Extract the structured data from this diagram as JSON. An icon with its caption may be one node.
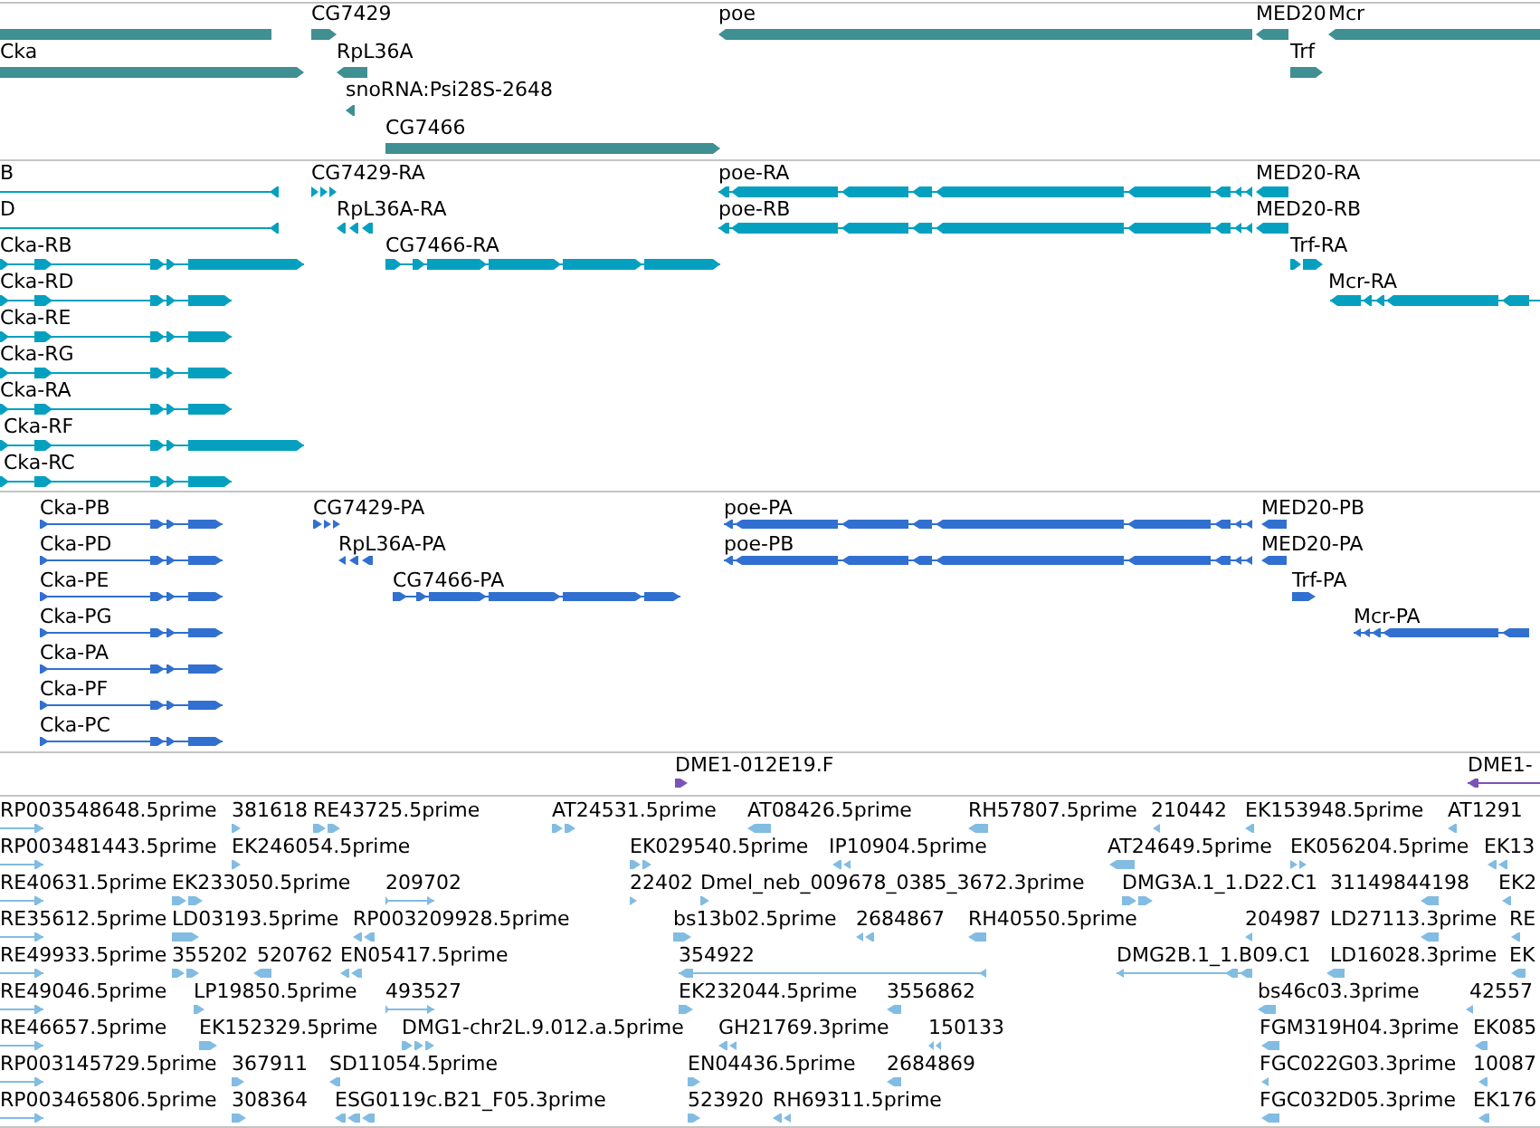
{
  "diagram": {
    "nodes": [
      {
        "text": [],
        "shape": "bar"
      },
      {
        "text": [
          "CG7429"
        ]
      },
      {
        "text": [
          "poe"
        ]
      },
      {
        "text": [
          "MED20"
        ]
      },
      {
        "text": [
          "Mcr"
        ]
      },
      {
        "text": [
          "Cka"
        ]
      },
      {
        "text": [
          "RpL36A"
        ]
      },
      {
        "text": [
          "Trf"
        ]
      },
      {
        "text": [
          "snoRNA:Psi28S-2648"
        ]
      },
      {
        "text": [
          "CG7466"
        ]
      },
      {
        "text": [
          "B"
        ]
      },
      {
        "text": [
          "CG7429-RA"
        ]
      },
      {
        "text": [
          "poe-RA"
        ]
      },
      {
        "text": [
          "MED20-RA"
        ]
      },
      {
        "text": [
          "D"
        ]
      },
      {
        "text": [
          "RpL36A-RA"
        ]
      },
      {
        "text": [
          "poe-RB"
        ]
      },
      {
        "text": [
          "MED20-RB"
        ]
      },
      {
        "text": [
          "Cka-RB"
        ]
      },
      {
        "text": [
          "CG7466-RA"
        ]
      },
      {
        "text": [
          "Trf-RA"
        ]
      },
      {
        "text": [
          "Cka-RD"
        ]
      },
      {
        "text": [
          "Mcr-RA"
        ]
      },
      {
        "text": [
          "Cka-RE"
        ]
      },
      {
        "text": [
          "Cka-RG"
        ]
      },
      {
        "text": [
          "Cka-RA"
        ]
      },
      {
        "text": [
          "Cka-RF"
        ]
      },
      {
        "text": [
          "Cka-RC"
        ]
      },
      {
        "text": [
          "Cka-PB"
        ]
      },
      {
        "text": [
          "CG7429-PA"
        ]
      },
      {
        "text": [
          "poe-PA"
        ]
      },
      {
        "text": [
          "MED20-PB"
        ]
      },
      {
        "text": [
          "Cka-PD"
        ]
      },
      {
        "text": [
          "RpL36A-PA"
        ]
      },
      {
        "text": [
          "poe-PB"
        ]
      },
      {
        "text": [
          "MED20-PA"
        ]
      },
      {
        "text": [
          "Cka-PE"
        ]
      },
      {
        "text": [
          "CG7466-PA"
        ]
      },
      {
        "text": [
          "Trf-PA"
        ]
      },
      {
        "text": [
          "Cka-PG"
        ]
      },
      {
        "text": [
          "Mcr-PA"
        ]
      },
      {
        "text": [
          "Cka-PA"
        ]
      },
      {
        "text": [
          "Cka-PF"
        ]
      },
      {
        "text": [
          "Cka-PC"
        ]
      },
      {
        "text": [
          "DME1-012E19.F"
        ]
      },
      {
        "text": [
          "DME1-"
        ]
      },
      {
        "text": [
          "RP003548648.5prime"
        ]
      },
      {
        "text": [
          "381618"
        ]
      },
      {
        "text": [
          "RE43725.5prime"
        ]
      },
      {
        "text": [
          "AT24531.5prime"
        ]
      },
      {
        "text": [
          "AT08426.5prime"
        ]
      },
      {
        "text": [
          "RH57807.5prime"
        ]
      },
      {
        "text": [
          "210442"
        ]
      },
      {
        "text": [
          "EK153948.5prime"
        ]
      },
      {
        "text": [
          "AT1291"
        ]
      },
      {
        "text": [
          "RP003481443.5prime"
        ]
      },
      {
        "text": [
          "EK246054.5prime"
        ]
      },
      {
        "text": [
          "EK029540.5prime"
        ]
      },
      {
        "text": [
          "IP10904.5prime"
        ]
      },
      {
        "text": [
          "AT24649.5prime"
        ]
      },
      {
        "text": [
          "EK056204.5prime"
        ]
      },
      {
        "text": [
          "EK13"
        ]
      },
      {
        "text": [
          "RE40631.5prime"
        ]
      },
      {
        "text": [
          "EK233050.5prime"
        ]
      },
      {
        "text": [
          "209702"
        ]
      },
      {
        "text": [
          "22402"
        ]
      },
      {
        "text": [
          "Dmel_neb_009678_0385_3672.3prime"
        ]
      },
      {
        "text": [
          "DMG3A.1_1.D22.C1"
        ]
      },
      {
        "text": [
          "31149844198"
        ]
      },
      {
        "text": [
          "EK2"
        ]
      },
      {
        "text": [
          "RE35612.5prime"
        ]
      },
      {
        "text": [
          "LD03193.5prime"
        ]
      },
      {
        "text": [
          "RP003209928.5prime"
        ]
      },
      {
        "text": [
          "bs13b02.5prime"
        ]
      },
      {
        "text": [
          "2684867"
        ]
      },
      {
        "text": [
          "RH40550.5prime"
        ]
      },
      {
        "text": [
          "204987"
        ]
      },
      {
        "text": [
          "LD27113.3prime"
        ]
      },
      {
        "text": [
          "RE"
        ]
      },
      {
        "text": [
          "RE49933.5prime"
        ]
      },
      {
        "text": [
          "355202"
        ]
      },
      {
        "text": [
          "520762"
        ]
      },
      {
        "text": [
          "EN05417.5prime"
        ]
      },
      {
        "text": [
          "354922"
        ]
      },
      {
        "text": [
          "DMG2B.1_1.B09.C1"
        ]
      },
      {
        "text": [
          "LD16028.3prime"
        ]
      },
      {
        "text": [
          "EK"
        ]
      },
      {
        "text": [
          "RE49046.5prime"
        ]
      },
      {
        "text": [
          "LP19850.5prime"
        ]
      },
      {
        "text": [
          "493527"
        ]
      },
      {
        "text": [
          "EK232044.5prime"
        ]
      },
      {
        "text": [
          "3556862"
        ]
      },
      {
        "text": [
          "bs46c03.3prime"
        ]
      },
      {
        "text": [
          "42557"
        ]
      },
      {
        "text": [
          "RE46657.5prime"
        ]
      },
      {
        "text": [
          "EK152329.5prime"
        ]
      },
      {
        "text": [
          "DMG1-chr2L.9.012.a.5prime"
        ]
      },
      {
        "text": [
          "GH21769.3prime"
        ]
      },
      {
        "text": [
          "150133"
        ]
      },
      {
        "text": [
          "FGM319H04.3prime"
        ]
      },
      {
        "text": [
          "EK085"
        ]
      },
      {
        "text": [
          "RP003145729.5prime"
        ]
      },
      {
        "text": [
          "367911"
        ]
      },
      {
        "text": [
          "SD11054.5prime"
        ]
      },
      {
        "text": [
          "EN04436.5prime"
        ]
      },
      {
        "text": [
          "2684869"
        ]
      },
      {
        "text": [
          "FGC022G03.3prime"
        ]
      },
      {
        "text": [
          "10087"
        ]
      },
      {
        "text": [
          "RP003465806.5prime"
        ]
      },
      {
        "text": [
          "308364"
        ]
      },
      {
        "text": [
          "ESG0119c.B21_F05.3prime"
        ]
      },
      {
        "text": [
          "523920"
        ]
      },
      {
        "text": [
          "RH69311.5prime"
        ]
      },
      {
        "text": [
          "FGC032D05.3prime"
        ]
      },
      {
        "text": [
          "EK176"
        ]
      }
    ]
  }
}
